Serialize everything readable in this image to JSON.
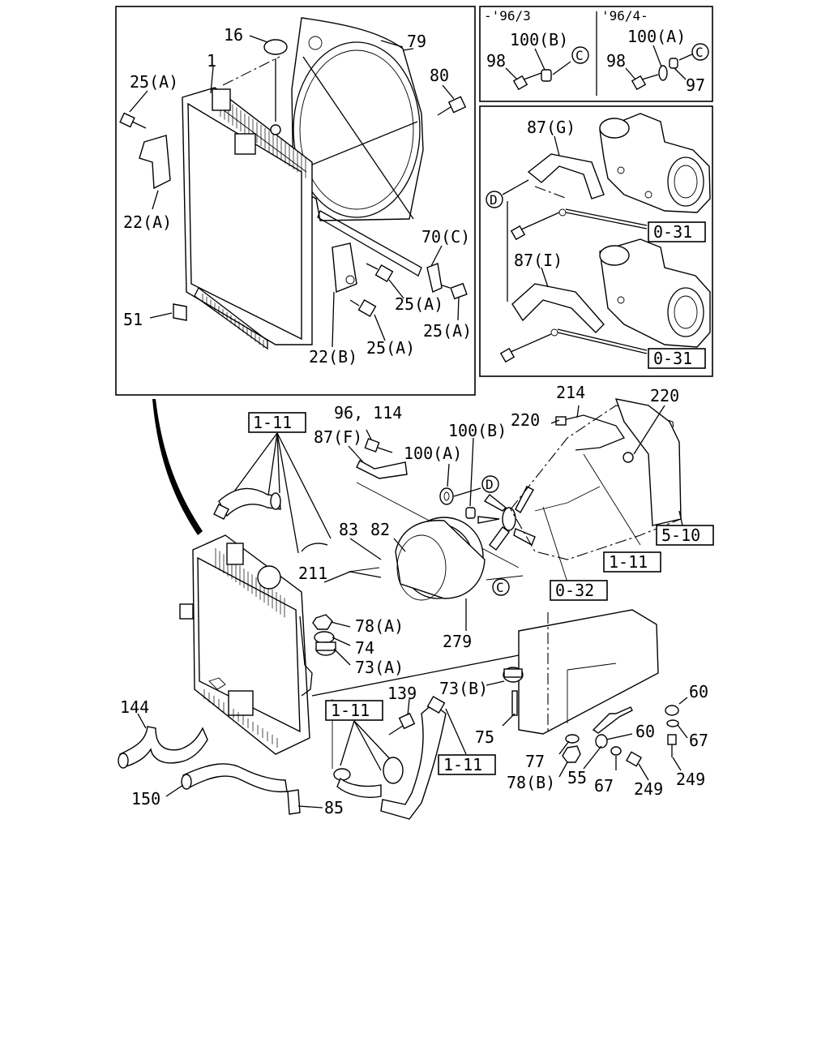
{
  "diagram": {
    "panels": {
      "radiator": {
        "labels": {
          "p16": "16",
          "p1": "1",
          "p79": "79",
          "p25a_top": "25(A)",
          "p80": "80",
          "p22a": "22(A)",
          "p70c": "70(C)",
          "p25a_1": "25(A)",
          "p51": "51",
          "p25a_2": "25(A)",
          "p22b": "22(B)",
          "p25a_3": "25(A)"
        }
      },
      "variants": {
        "left_period": "-'96/3",
        "right_period": "'96/4-",
        "labels": {
          "l100b": "100(B)",
          "l98": "98",
          "lc": "C",
          "r100a": "100(A)",
          "r98": "98",
          "rc": "C",
          "r97": "97"
        }
      },
      "brackets": {
        "labels": {
          "p87g": "87(G)",
          "d": "D",
          "ref_a": "0-31",
          "p87i": "87(I)",
          "ref_b": "0-31"
        }
      },
      "assembly": {
        "labels": {
          "ref111_a": "1-11",
          "p96_114": "96, 114",
          "p87f": "87(F)",
          "p100b": "100(B)",
          "p100a": "100(A)",
          "p220_l": "220",
          "p214": "214",
          "p220_r": "220",
          "d": "D",
          "p83": "83",
          "p82": "82",
          "p211": "211",
          "ref510": "5-10",
          "ref111_b": "1-11",
          "ref032": "0-32",
          "c": "C",
          "p78a": "78(A)",
          "p74": "74",
          "p73a": "73(A)",
          "p279": "279",
          "p139": "139",
          "p73b": "73(B)",
          "p144": "144",
          "ref111_c": "1-11",
          "ref111_d": "1-11",
          "p75": "75",
          "p60_r": "60",
          "p60_m": "60",
          "p67_r": "67",
          "p77": "77",
          "p78b": "78(B)",
          "p55": "55",
          "p67_m": "67",
          "p249_m": "249",
          "p249_r": "249",
          "p150": "150",
          "p85": "85"
        }
      }
    }
  }
}
